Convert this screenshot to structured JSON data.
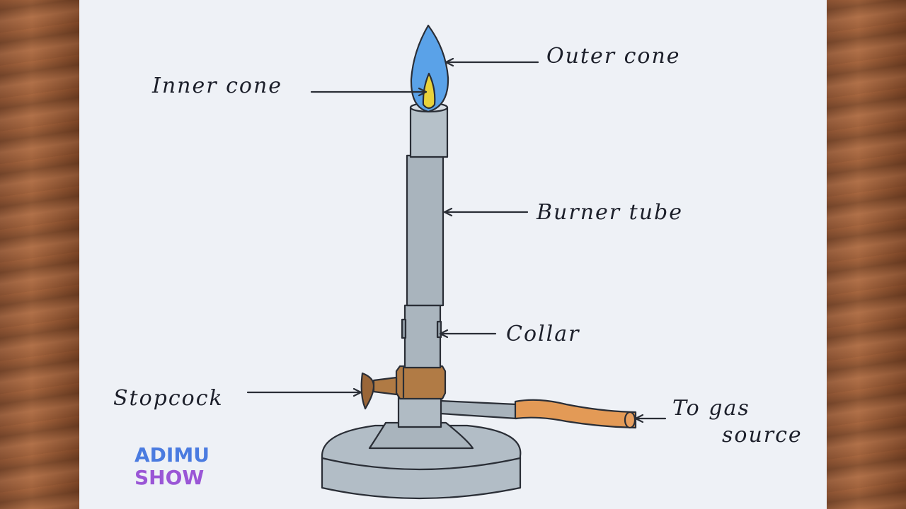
{
  "labels": {
    "outer_cone": "Outer cone",
    "inner_cone": "Inner cone",
    "burner_tube": "Burner tube",
    "collar": "Collar",
    "stopcock": "Stopcock",
    "gas_source_line1": "To gas",
    "gas_source_line2": "source"
  },
  "watermark": {
    "line1": "ADIMU",
    "line2": "SHOW"
  },
  "colors": {
    "paper": "#eef1f6",
    "flame_outer": "#5aa2e8",
    "flame_inner": "#e9d23a",
    "tube_gray": "#aeb9c2",
    "brass": "#b07a44",
    "hose": "#e39a56"
  }
}
